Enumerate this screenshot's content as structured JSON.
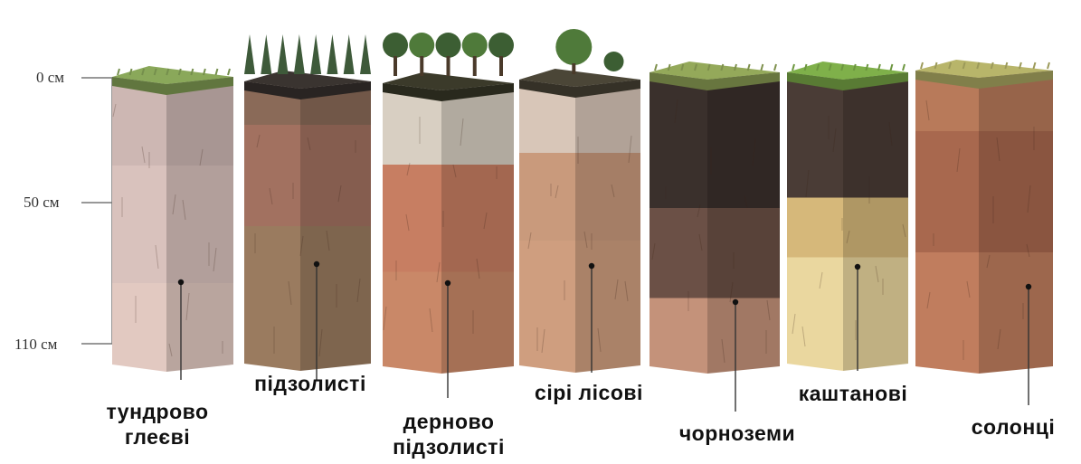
{
  "depth_scale": {
    "ticks": [
      "0 см",
      "50 см",
      "110 см"
    ]
  },
  "soils": [
    {
      "label_lines": [
        "тундрово",
        "глеєві"
      ],
      "top_color": "#8aa85a",
      "horizons": [
        {
          "color": "#cdb7b3",
          "to": 0.3
        },
        {
          "color": "#d9c2bd",
          "to": 0.7
        },
        {
          "color": "#e2c9c1",
          "to": 1.0
        }
      ],
      "vegetation": "moss-tundra-icon"
    },
    {
      "label_lines": [
        "підзолисті"
      ],
      "top_color": "#3a3430",
      "horizons": [
        {
          "color": "#8a6a58",
          "to": 0.15
        },
        {
          "color": "#a27160",
          "to": 0.5
        },
        {
          "color": "#9a7b5f",
          "to": 1.0
        }
      ],
      "vegetation": "conifer-forest-icon"
    },
    {
      "label_lines": [
        "дерново",
        "підзолисті"
      ],
      "top_color": "#3b3a2a",
      "horizons": [
        {
          "color": "#d8cfc2",
          "to": 0.28
        },
        {
          "color": "#c77e62",
          "to": 0.65
        },
        {
          "color": "#c98868",
          "to": 1.0
        }
      ],
      "vegetation": "mixed-forest-icon"
    },
    {
      "label_lines": [
        "сірі лісові"
      ],
      "top_color": "#4b4637",
      "horizons": [
        {
          "color": "#d8c6b8",
          "to": 0.25
        },
        {
          "color": "#c99a7c",
          "to": 0.55
        },
        {
          "color": "#cf9e7f",
          "to": 1.0
        }
      ],
      "vegetation": "deciduous-tree-icon"
    },
    {
      "label_lines": [
        "чорноземи"
      ],
      "top_color": "#94a95a",
      "horizons": [
        {
          "color": "#3a302c",
          "to": 0.45
        },
        {
          "color": "#6b5046",
          "to": 0.75
        },
        {
          "color": "#c4927a",
          "to": 1.0
        }
      ],
      "vegetation": "steppe-grass-icon"
    },
    {
      "label_lines": [
        "каштанові"
      ],
      "top_color": "#7fb04a",
      "horizons": [
        {
          "color": "#4a3c36",
          "to": 0.42
        },
        {
          "color": "#d6b87a",
          "to": 0.62
        },
        {
          "color": "#ead79f",
          "to": 1.0
        }
      ],
      "vegetation": "dry-grass-icon"
    },
    {
      "label_lines": [
        "солонці"
      ],
      "top_color": "#b8b56a",
      "horizons": [
        {
          "color": "#b87a5a",
          "to": 0.2
        },
        {
          "color": "#a8684e",
          "to": 0.6
        },
        {
          "color": "#c07d5e",
          "to": 1.0
        }
      ],
      "vegetation": "sparse-grass-icon"
    }
  ],
  "colors": {
    "line": "#333333",
    "scale": "#777777"
  }
}
